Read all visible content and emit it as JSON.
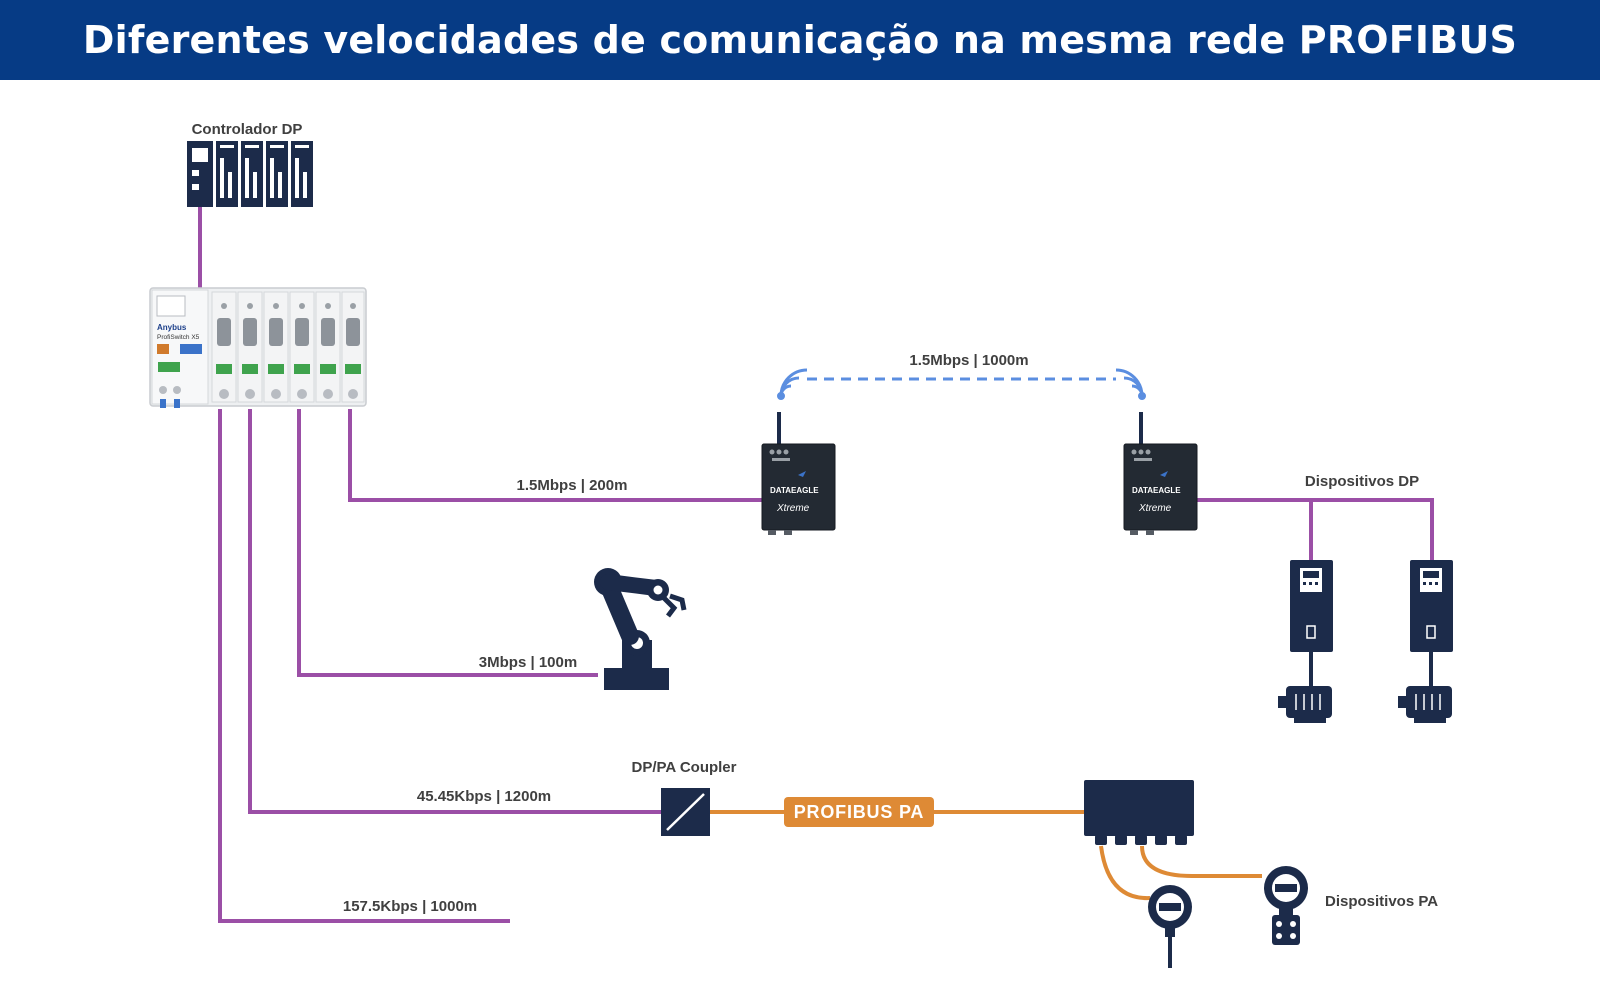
{
  "header": {
    "title": "Diferentes velocidades de comunicação na mesma rede PROFIBUS"
  },
  "labels": {
    "controller": "Controlador DP",
    "wireless_link": "1.5Mbps | 1000m",
    "line_radio": "1.5Mbps | 200m",
    "line_robot": "3Mbps | 100m",
    "line_coupler": "45.45Kbps | 1200m",
    "line_bottom": "157.5Kbps | 1000m",
    "dp_devices": "Dispositivos DP",
    "coupler": "DP/PA Coupler",
    "profibus_pa": "PROFIBUS PA",
    "pa_devices": "Dispositivos PA"
  },
  "switch_device": {
    "brand": "Anybus",
    "model": "ProfiSwitch X5"
  },
  "radio_device": {
    "brand": "DATAEAGLE",
    "series": "Xtreme"
  },
  "colors": {
    "header_bg": "#063b85",
    "dp_line": "#9b4fa6",
    "pa_line": "#de8a35",
    "wireless": "#5b8ee0",
    "device_navy": "#1c2b4a",
    "text": "#404040"
  },
  "icons": [
    "plc-icon",
    "profiswitch-icon",
    "radio-icon",
    "robot-arm-icon",
    "drive-icon",
    "motor-icon",
    "coupler-icon",
    "junction-box-icon",
    "transmitter-icon",
    "wifi-icon"
  ]
}
